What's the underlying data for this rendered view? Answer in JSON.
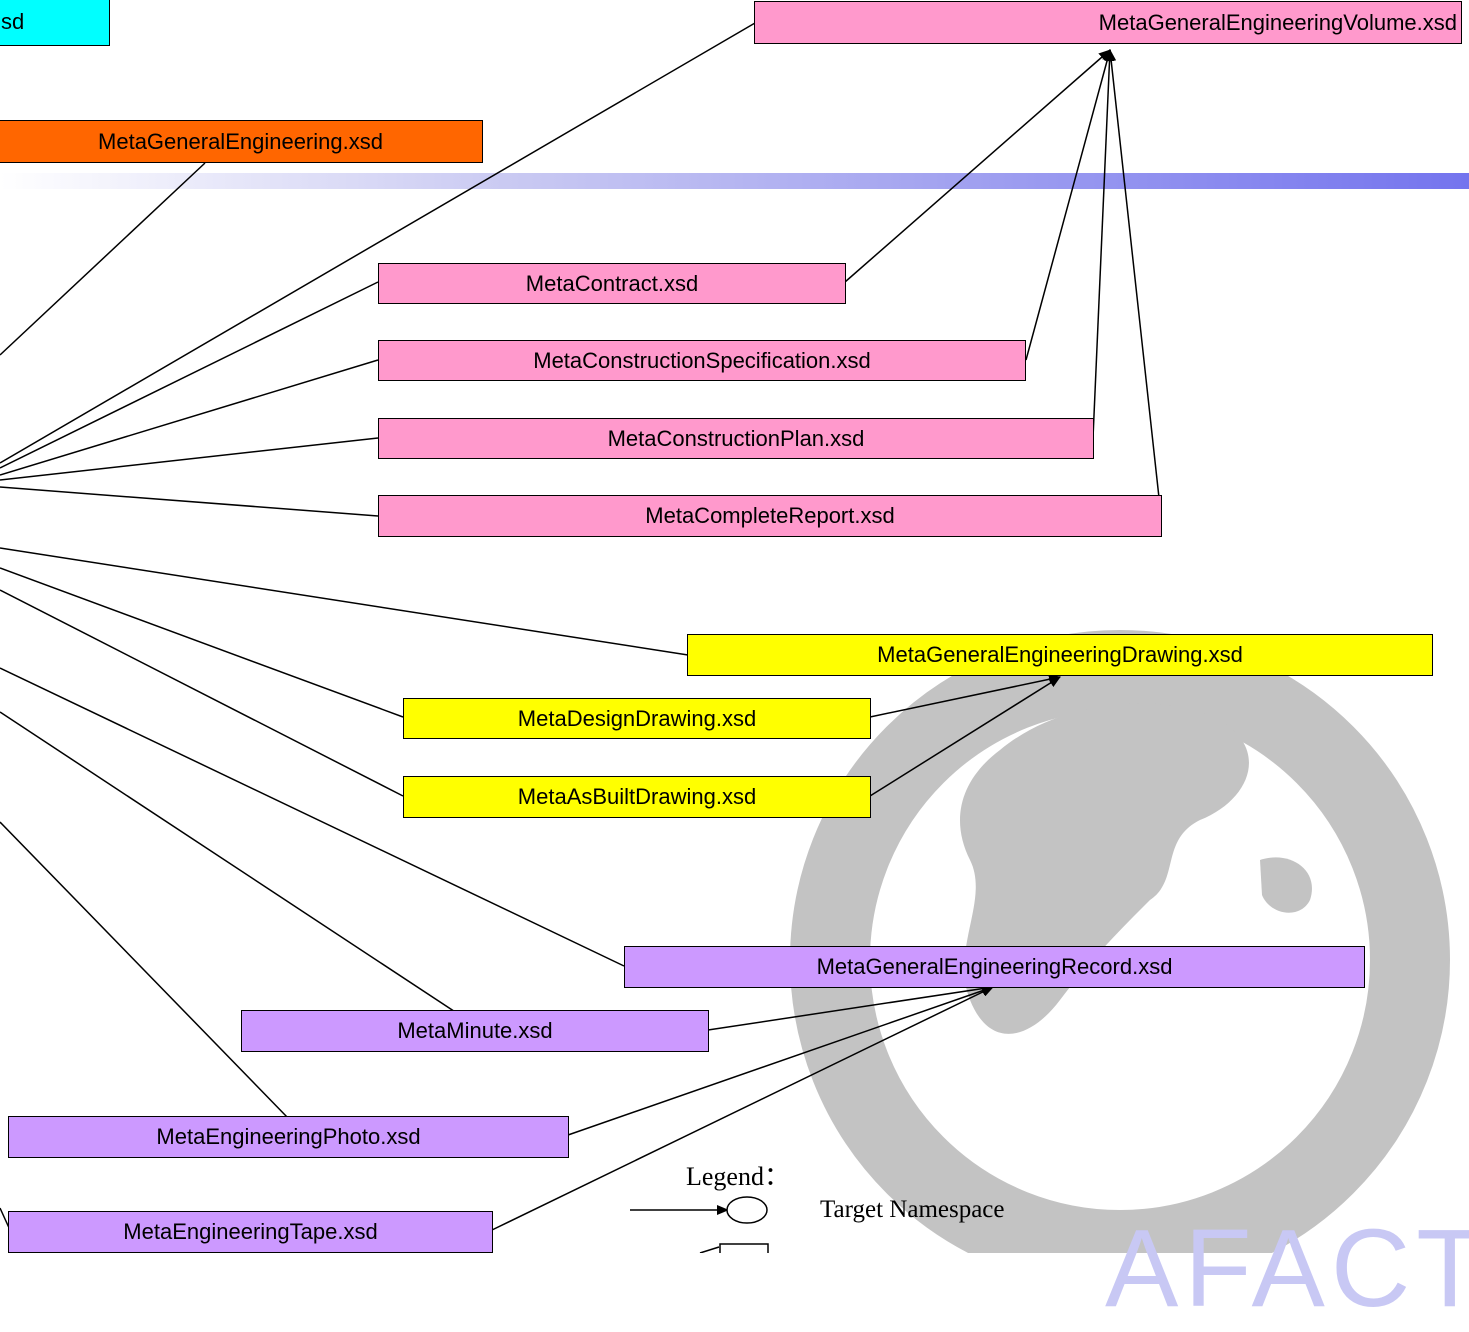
{
  "nodes": {
    "top_left_cyan": "sd",
    "general_engineering": "MetaGeneralEngineering.xsd",
    "general_engineering_volume": "MetaGeneralEngineeringVolume.xsd",
    "contract": "MetaContract.xsd",
    "construction_specification": "MetaConstructionSpecification.xsd",
    "construction_plan": "MetaConstructionPlan.xsd",
    "complete_report": "MetaCompleteReport.xsd",
    "general_engineering_drawing": "MetaGeneralEngineeringDrawing.xsd",
    "design_drawing": "MetaDesignDrawing.xsd",
    "as_built_drawing": "MetaAsBuiltDrawing.xsd",
    "general_engineering_record": "MetaGeneralEngineeringRecord.xsd",
    "minute": "MetaMinute.xsd",
    "engineering_photo": "MetaEngineeringPhoto.xsd",
    "engineering_tape": "MetaEngineeringTape.xsd"
  },
  "legend": {
    "title": "Legend：",
    "target_namespace": "Target Namespace"
  },
  "colors": {
    "pink": "#ff99cc",
    "yellow": "#ffff00",
    "purple": "#cc99ff",
    "orange": "#ff6600",
    "cyan": "#00ffff",
    "band": "#7474ee"
  },
  "watermark_text": "AFACT"
}
